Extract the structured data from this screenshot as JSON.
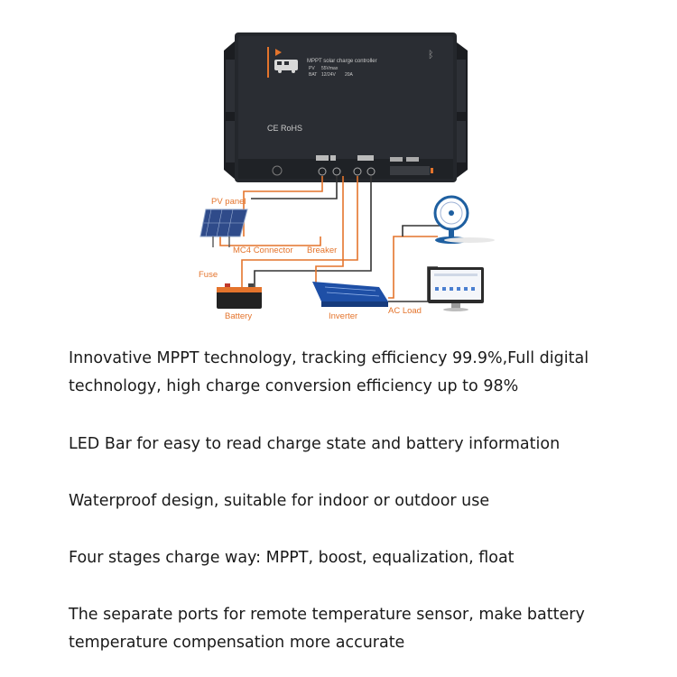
{
  "device": {
    "title": "MPPT solar charge controller",
    "pv_label": "PV",
    "pv_value": "55Vmax",
    "bat_label": "BAT",
    "bat_value": "12/24V",
    "current": "20A",
    "certification": "CE RoHS"
  },
  "diagram_labels": {
    "pv_panel": "PV panel",
    "mc4": "MC4 Connector",
    "breaker": "Breaker",
    "fuse": "Fuse",
    "battery": "Battery",
    "inverter": "Inverter",
    "ac_load": "AC Load"
  },
  "features": [
    "Innovative MPPT technology, tracking efficiency 99.9%,Full digital technology, high charge conversion efficiency up to 98%",
    "LED Bar for easy to read charge state and battery information",
    "Waterproof design, suitable for indoor or outdoor use",
    "Four stages charge way: MPPT, boost, equalization, float",
    "The separate ports for remote temperature sensor, make battery temperature compensation more accurate"
  ],
  "colors": {
    "wire_red": "#e4742c",
    "wire_black": "#333333",
    "label": "#e4742c",
    "device_body": "#24272c"
  }
}
